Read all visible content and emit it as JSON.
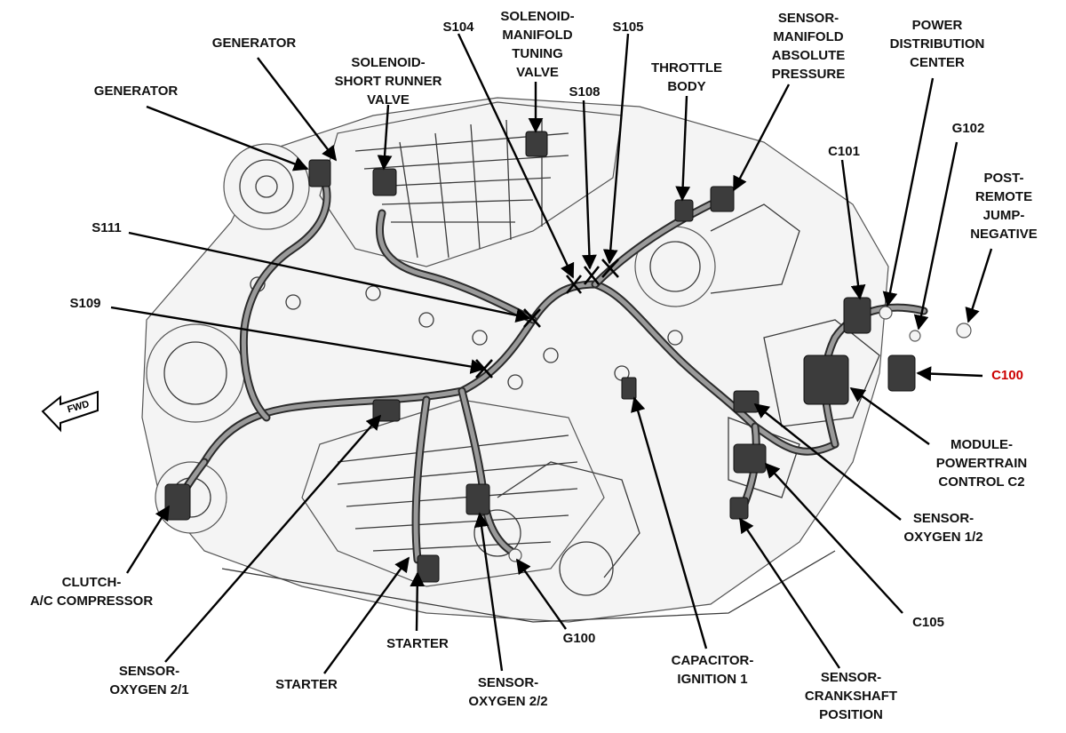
{
  "labels": {
    "generator_top": [
      "GENERATOR"
    ],
    "generator_left": [
      "GENERATOR"
    ],
    "solenoid_short_runner": [
      "SOLENOID-",
      "SHORT RUNNER",
      "VALVE"
    ],
    "s104": [
      "S104"
    ],
    "solenoid_manifold_tuning": [
      "SOLENOID-",
      "MANIFOLD",
      "TUNING",
      "VALVE"
    ],
    "s105": [
      "S105"
    ],
    "s108": [
      "S108"
    ],
    "throttle_body": [
      "THROTTLE",
      "BODY"
    ],
    "sensor_map": [
      "SENSOR-",
      "MANIFOLD",
      "ABSOLUTE",
      "PRESSURE"
    ],
    "power_distribution": [
      "POWER",
      "DISTRIBUTION",
      "CENTER"
    ],
    "c101": [
      "C101"
    ],
    "g102": [
      "G102"
    ],
    "post_remote": [
      "POST-",
      "REMOTE",
      "JUMP-",
      "NEGATIVE"
    ],
    "s111": [
      "S111"
    ],
    "s109": [
      "S109"
    ],
    "c100": [
      "C100"
    ],
    "module_powertrain": [
      "MODULE-",
      "POWERTRAIN",
      "CONTROL C2"
    ],
    "sensor_oxygen_12": [
      "SENSOR-",
      "OXYGEN 1/2"
    ],
    "clutch_ac": [
      "CLUTCH-",
      "A/C COMPRESSOR"
    ],
    "c105": [
      "C105"
    ],
    "starter_upper": [
      "STARTER"
    ],
    "g100": [
      "G100"
    ],
    "sensor_oxygen_21": [
      "SENSOR-",
      "OXYGEN 2/1"
    ],
    "starter_lower": [
      "STARTER"
    ],
    "sensor_oxygen_22": [
      "SENSOR-",
      "OXYGEN 2/2"
    ],
    "capacitor_ignition": [
      "CAPACITOR-",
      "IGNITION 1"
    ],
    "sensor_crankshaft": [
      "SENSOR-",
      "CRANKSHAFT",
      "POSITION"
    ],
    "fwd_arrow": "FWD"
  },
  "colors": {
    "text": "#111111",
    "highlight": "#cc0000",
    "line": "#000000"
  }
}
